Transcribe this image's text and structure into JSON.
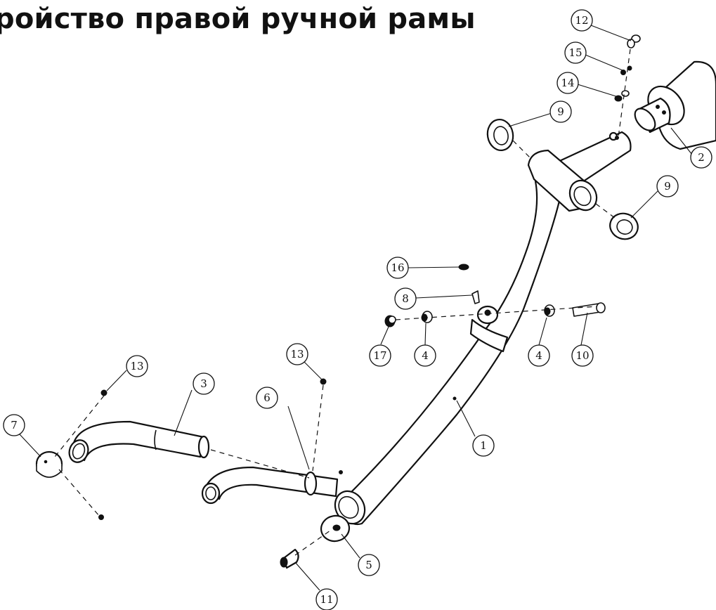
{
  "title": "ройство правой ручной рамы",
  "callouts": [
    {
      "id": "c1",
      "label": "1"
    },
    {
      "id": "c2",
      "label": "2"
    },
    {
      "id": "c3",
      "label": "3"
    },
    {
      "id": "c4a",
      "label": "4"
    },
    {
      "id": "c4b",
      "label": "4"
    },
    {
      "id": "c5",
      "label": "5"
    },
    {
      "id": "c6",
      "label": "6"
    },
    {
      "id": "c7",
      "label": "7"
    },
    {
      "id": "c8",
      "label": "8"
    },
    {
      "id": "c9a",
      "label": "9"
    },
    {
      "id": "c9b",
      "label": "9"
    },
    {
      "id": "c10",
      "label": "10"
    },
    {
      "id": "c11",
      "label": "11"
    },
    {
      "id": "c12",
      "label": "12"
    },
    {
      "id": "c13a",
      "label": "13"
    },
    {
      "id": "c13b",
      "label": "13"
    },
    {
      "id": "c14",
      "label": "14"
    },
    {
      "id": "c15",
      "label": "15"
    },
    {
      "id": "c16",
      "label": "16"
    },
    {
      "id": "c17",
      "label": "17"
    }
  ]
}
